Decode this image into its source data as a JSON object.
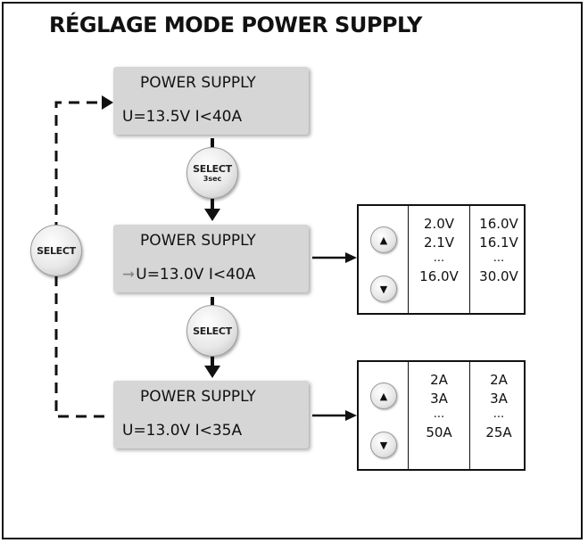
{
  "title": "RÉGLAGE MODE POWER SUPPLY",
  "screens": [
    {
      "line1": "POWER SUPPLY",
      "line2": "U=13.5V I<40A",
      "arrow": ""
    },
    {
      "line1": "POWER SUPPLY",
      "line2": "U=13.0V I<40A",
      "arrow": "➞"
    },
    {
      "line1": "POWER SUPPLY",
      "line2": "U=13.0V I<35A",
      "arrow": ""
    }
  ],
  "buttons": {
    "select_3sec": {
      "label": "SELECT",
      "sub": "3sec"
    },
    "select_mid": {
      "label": "SELECT"
    },
    "select_loop": {
      "label": "SELECT"
    }
  },
  "voltage_table": {
    "up_glyph": "▲",
    "down_glyph": "▼",
    "col1": [
      "2.0V",
      "2.1V",
      "...",
      "16.0V"
    ],
    "col2": [
      "16.0V",
      "16.1V",
      "...",
      "30.0V"
    ]
  },
  "current_table": {
    "up_glyph": "▲",
    "down_glyph": "▼",
    "col1": [
      "2A",
      "3A",
      "...",
      "50A"
    ],
    "col2": [
      "2A",
      "3A",
      "...",
      "25A"
    ]
  },
  "icons": [
    "up-arrow-icon",
    "down-arrow-icon",
    "arrow-right-icon"
  ]
}
